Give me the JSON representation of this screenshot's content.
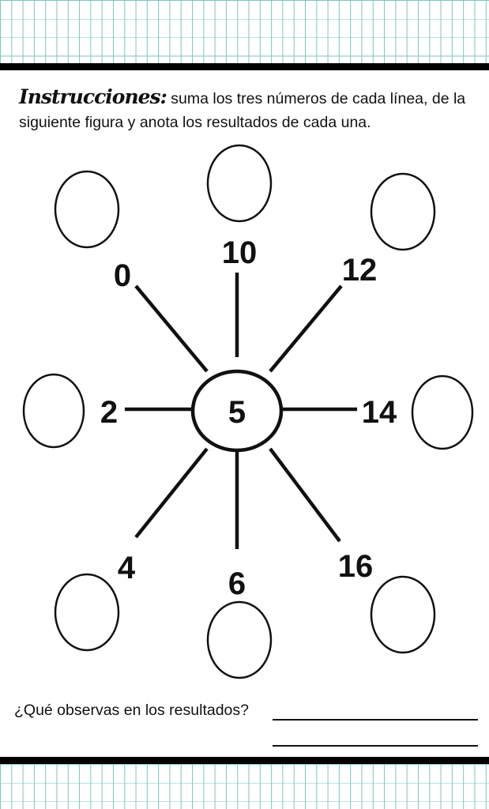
{
  "instructions": {
    "lead": "Instrucciones:",
    "text": " suma los tres números de cada línea, de la siguiente figura y anota los resultados de cada una."
  },
  "figure": {
    "center": "5",
    "numbers": {
      "nw": "0",
      "n": "10",
      "ne": "12",
      "w": "2",
      "e": "14",
      "sw": "4",
      "s": "6",
      "se": "16"
    }
  },
  "question": "¿Qué observas en los resultados?",
  "colors": {
    "grid": "#7cc3c0",
    "ink": "#111111"
  }
}
